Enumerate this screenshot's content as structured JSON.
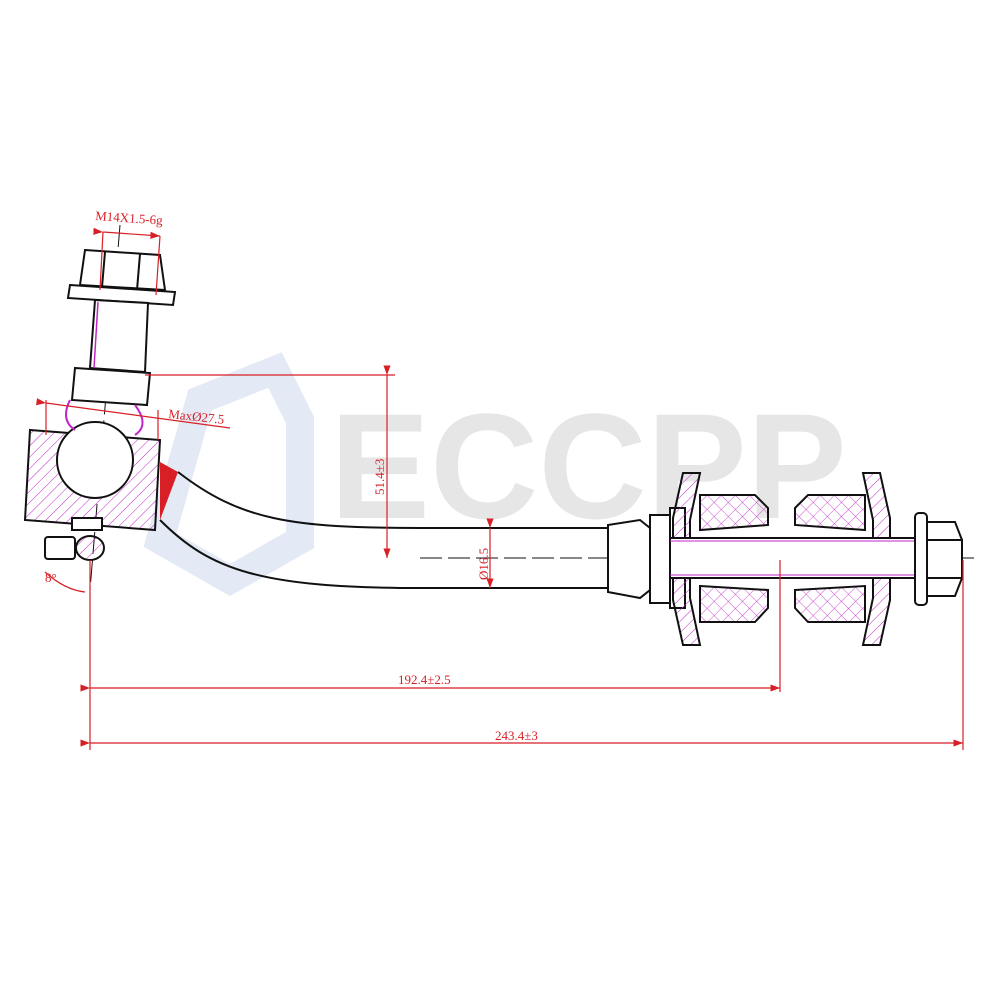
{
  "watermark": {
    "brand": "ECCPP"
  },
  "colors": {
    "outline": "#111111",
    "dimension": "#d81f26",
    "hatch": "#c026c8",
    "watermark": "#e6e6e6",
    "watermark_logo": "#e3eaf5"
  },
  "dimensions": {
    "thread": "M14X1.5-6g",
    "max_diameter": "MaxØ27.5",
    "offset_height": "51.4±3",
    "rod_diameter": "Ø16.5",
    "angle": "8°",
    "center_length": "192.4±2.5",
    "overall_length": "243.4±3"
  },
  "components": [
    "flange-nut-top",
    "threaded-stud",
    "ball-joint-housing",
    "grease-fitting",
    "curved-rod",
    "hex-sleeve",
    "washer",
    "rubber-bushing-left",
    "rubber-bushing-right",
    "cup-retainer-left",
    "cup-retainer-right",
    "flange-nut-end"
  ]
}
